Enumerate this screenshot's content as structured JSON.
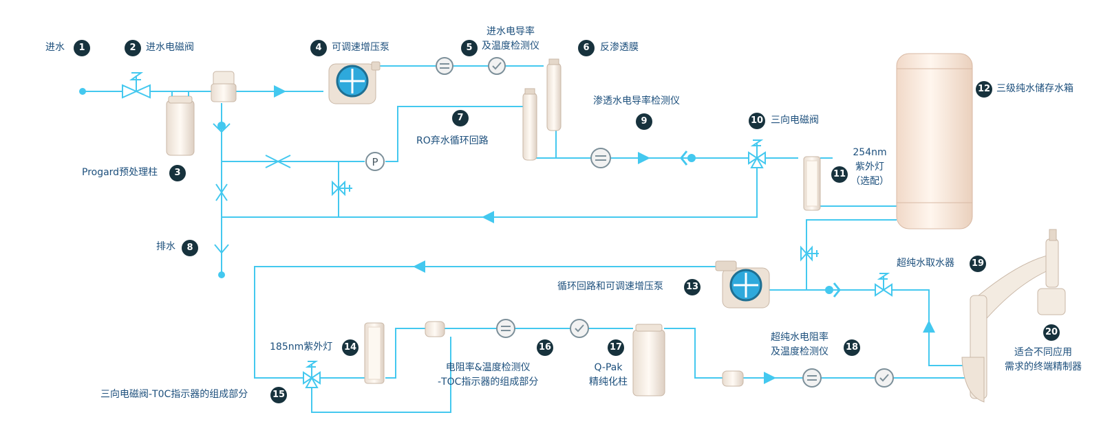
{
  "colors": {
    "pipe": "#43c8ef",
    "component_fill": "#fbf3ea",
    "component_stroke": "#c9b7a6",
    "label_text": "#1c4f7c",
    "badge_bg": "#17323d",
    "badge_text": "#ffffff"
  },
  "components": [
    {
      "number": "1",
      "label": "进水"
    },
    {
      "number": "2",
      "label": "进水电磁阀"
    },
    {
      "number": "3",
      "label": "Progard预处理柱"
    },
    {
      "number": "4",
      "label": "可调速增压泵"
    },
    {
      "number": "5",
      "label": "进水电导率\n及温度检测仪"
    },
    {
      "number": "6",
      "label": "反渗透膜"
    },
    {
      "number": "7",
      "label": "RO弃水循环回路"
    },
    {
      "number": "8",
      "label": "排水"
    },
    {
      "number": "9",
      "label": "渗透水电导率检测仪"
    },
    {
      "number": "10",
      "label": "三向电磁阀"
    },
    {
      "number": "11",
      "label": "254nm\n紫外灯\n（选配）"
    },
    {
      "number": "12",
      "label": "三级纯水储存水箱"
    },
    {
      "number": "13",
      "label": "循环回路和可调速增压泵"
    },
    {
      "number": "14",
      "label": "185nm紫外灯"
    },
    {
      "number": "15",
      "label": "三向电磁阀-T0C指示器的组成部分"
    },
    {
      "number": "16",
      "label": "电阻率&温度检测仪\n-TOC指示器的组成部分"
    },
    {
      "number": "17",
      "label": "Q-Pak\n精纯化柱"
    },
    {
      "number": "18",
      "label": "超纯水电阻率\n及温度检测仪"
    },
    {
      "number": "19",
      "label": "超纯水取水器"
    },
    {
      "number": "20",
      "label": "适合不同应用\n需求的终端精制器"
    }
  ],
  "symbols": {
    "pressure_gauge": "P"
  }
}
